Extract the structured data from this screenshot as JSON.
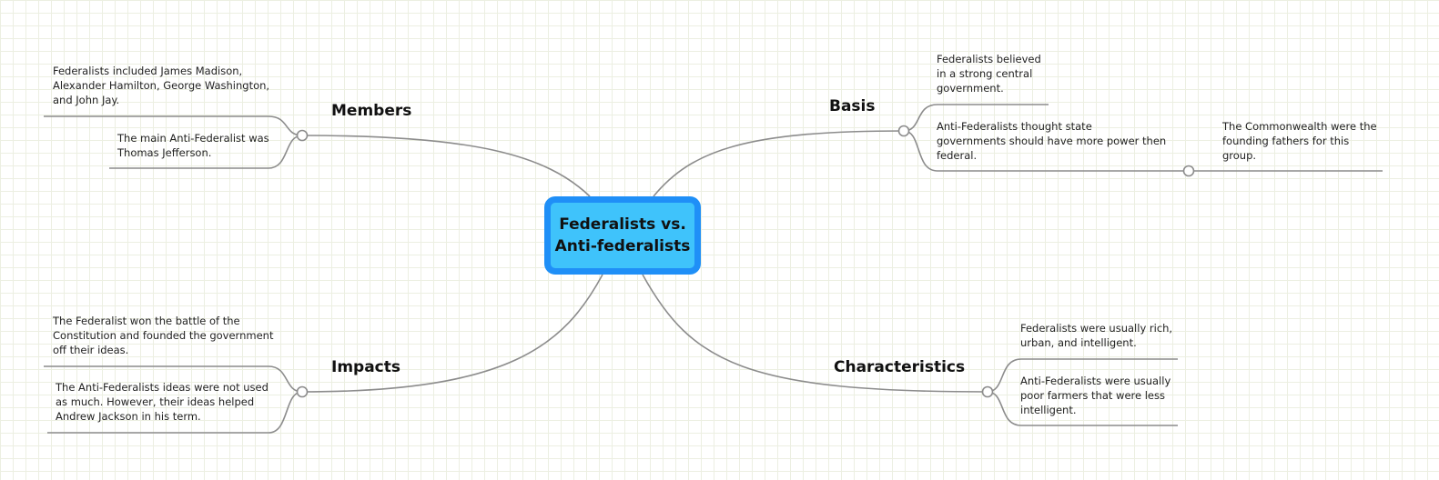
{
  "central": {
    "title": "Federalists vs.\nAnti-federalists"
  },
  "colors": {
    "central_fill": "#3fc3fb",
    "central_border": "#1f8ff7",
    "connector": "#8c8c8c",
    "grid": "#ecefe2"
  },
  "branches": {
    "members": {
      "label": "Members",
      "notes": [
        "Federalists included James Madison,\nAlexander Hamilton, George Washington,\nand John Jay.",
        "The main Anti-Federalist was\nThomas Jefferson."
      ]
    },
    "impacts": {
      "label": "Impacts",
      "notes": [
        "The Federalist won the battle of the\nConstitution and founded the government\noff their ideas.",
        "The Anti-Federalists ideas were not used\nas much.  However, their ideas helped\nAndrew Jackson in his term."
      ]
    },
    "basis": {
      "label": "Basis",
      "notes": [
        "Federalists believed\nin a strong central\ngovernment.",
        "Anti-Federalists thought state\ngovernments should have more power then\nfederal."
      ],
      "sub_note": "The Commonwealth were the\nfounding fathers for this\ngroup."
    },
    "characteristics": {
      "label": "Characteristics",
      "notes": [
        "Federalists were usually rich,\nurban, and intelligent.",
        "Anti-Federalists were usually\npoor farmers that were less\nintelligent."
      ]
    }
  }
}
